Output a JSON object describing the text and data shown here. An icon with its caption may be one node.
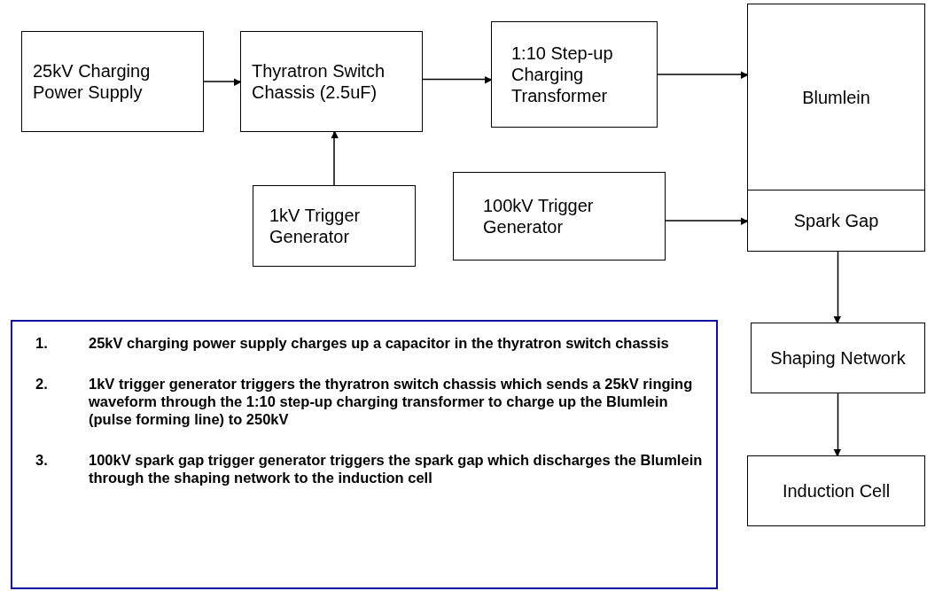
{
  "diagram": {
    "nodes": [
      {
        "text": [
          "25kV Charging Power Supply"
        ]
      },
      {
        "text": [
          "Thyratron Switch Chassis (2.5uF)"
        ]
      },
      {
        "text": [
          "1kV Trigger Generator"
        ]
      },
      {
        "text": [
          "1:10 Step-up Charging Transformer"
        ]
      },
      {
        "text": [
          "Blumlein"
        ]
      },
      {
        "text": [
          "100kV Trigger Generator"
        ]
      },
      {
        "text": [
          "Spark Gap"
        ]
      },
      {
        "text": [
          "Shaping Network"
        ]
      },
      {
        "text": [
          "Induction Cell"
        ]
      },
      {
        "text": [
          "1.",
          "25kV charging power supply charges up a capacitor in the thyratron switch chassis",
          "2.",
          "1kV trigger generator triggers the thyratron switch chassis which sends a 25kV ringing waveform through the 1:10 step-up charging transformer to charge up the Blumlein (pulse forming line) to 250kV",
          "3.",
          "100kV spark gap trigger generator triggers the spark gap which discharges the Blumlein through the shaping network to the induction cell"
        ]
      }
    ],
    "edges": [
      {
        "from": 0,
        "to": 1,
        "arrow": "to"
      },
      {
        "from": 2,
        "to": 1,
        "arrow": "to"
      },
      {
        "from": 1,
        "to": 3,
        "arrow": "to"
      },
      {
        "from": 3,
        "to": 4,
        "arrow": "to"
      },
      {
        "from": 5,
        "to": 6,
        "arrow": "to"
      },
      {
        "from": 6,
        "to": 7,
        "arrow": "to"
      },
      {
        "from": 7,
        "to": 8,
        "arrow": "to"
      }
    ]
  }
}
